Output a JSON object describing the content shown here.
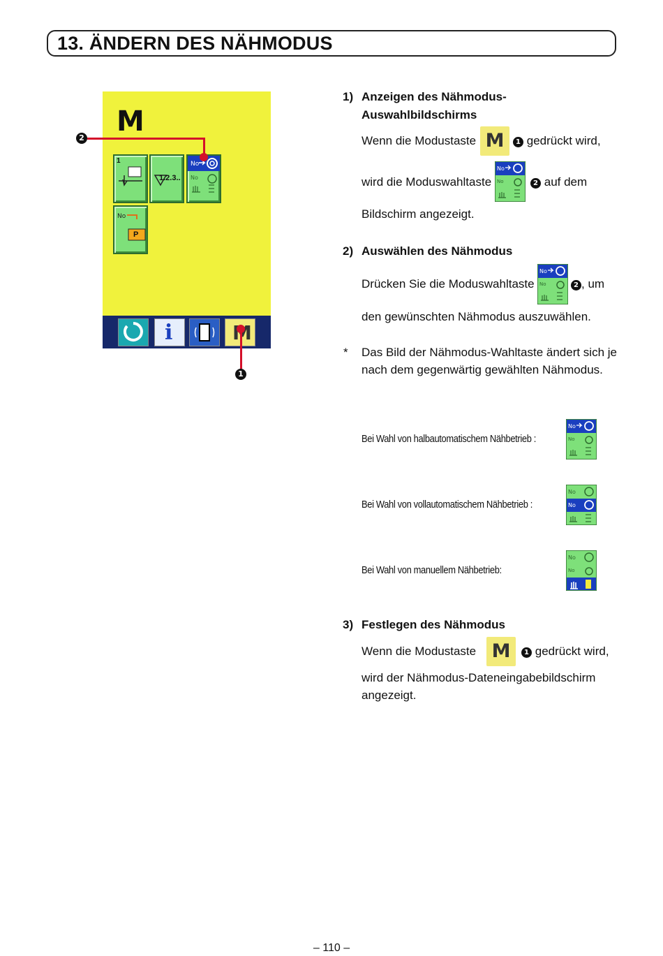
{
  "title": "13. ÄNDERN DES NÄHMODUS",
  "panel": {
    "header_letter": "M",
    "btn_counter_label": "1",
    "btn_counter_sub": "1.2.3..",
    "btn_p_label": "P",
    "no_label": "No",
    "info_letter": "i",
    "m_letter": "M",
    "callout_1": "❶",
    "callout_2": "❷"
  },
  "sections": {
    "s1": {
      "number": "1)",
      "heading_line1": "Anzeigen des Nähmodus-",
      "heading_line2": "Auswahlbildschirms",
      "line1_a": "Wenn die Modustaste",
      "line1_m": "M",
      "line1_num": "1",
      "line1_b": "gedrückt wird,",
      "line2_a": "wird die Moduswahltaste",
      "line2_num": "2",
      "line2_b": "auf dem",
      "line3": "Bildschirm angezeigt."
    },
    "s2": {
      "number": "2)",
      "heading": "Auswählen des Nähmodus",
      "line1_a": "Drücken Sie die Moduswahltaste",
      "line1_num": "2",
      "line1_b": ", um",
      "line2": "den gewünschten Nähmodus auszuwählen.",
      "note_mark": "*",
      "note_line1": "Das Bild der Nähmodus-Wahltaste ändert sich je",
      "note_line2": "nach dem gegenwärtig gewählten Nähmodus."
    },
    "modes": [
      {
        "label": "Bei Wahl von halbautomatischem Nähbetrieb :"
      },
      {
        "label": "Bei Wahl von vollautomatischem Nähbetrieb :"
      },
      {
        "label": "Bei Wahl von manuellem Nähbetrieb:"
      }
    ],
    "s3": {
      "number": "3)",
      "heading": "Festlegen des Nähmodus",
      "line1_a": "Wenn die Modustaste",
      "line1_m": "M",
      "line1_num": "1",
      "line1_b": "gedrückt wird,",
      "line2": "wird der Nähmodus-Dateneingabebildschirm",
      "line3": "angezeigt."
    }
  },
  "page_number": "– 110 –",
  "colors": {
    "panel_bg": "#f0f23c",
    "button_green": "#7ee07a",
    "bottom_bar": "#16286a",
    "callout_red": "#d4102a",
    "m_key": "#f2ea7a",
    "mode_blue": "#1a3fbf"
  }
}
